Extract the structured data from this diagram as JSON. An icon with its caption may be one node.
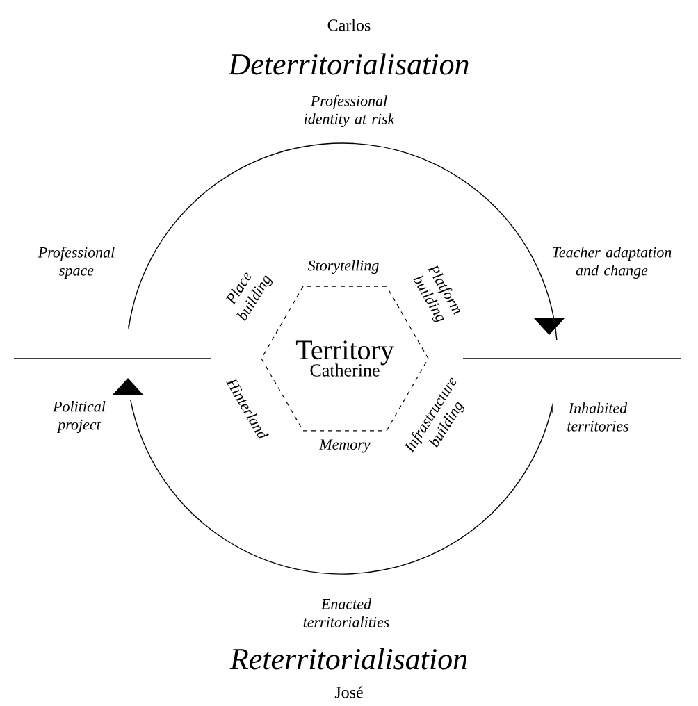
{
  "diagram": {
    "nodes": [
      {
        "text": [
          "Territory",
          "Catherine"
        ],
        "beside": [
          "Storytelling",
          "Place building",
          "Platform building",
          "Hinterland",
          "Infrastructure building",
          "Memory"
        ]
      }
    ],
    "labels": [
      "Carlos",
      "Deterritorialisation",
      "Professional identity at risk",
      "Professional space",
      "Teacher adaptation and change",
      "Political project",
      "Inhabited territories",
      "Enacted territorialities",
      "Reterritorialisation",
      "José"
    ]
  }
}
